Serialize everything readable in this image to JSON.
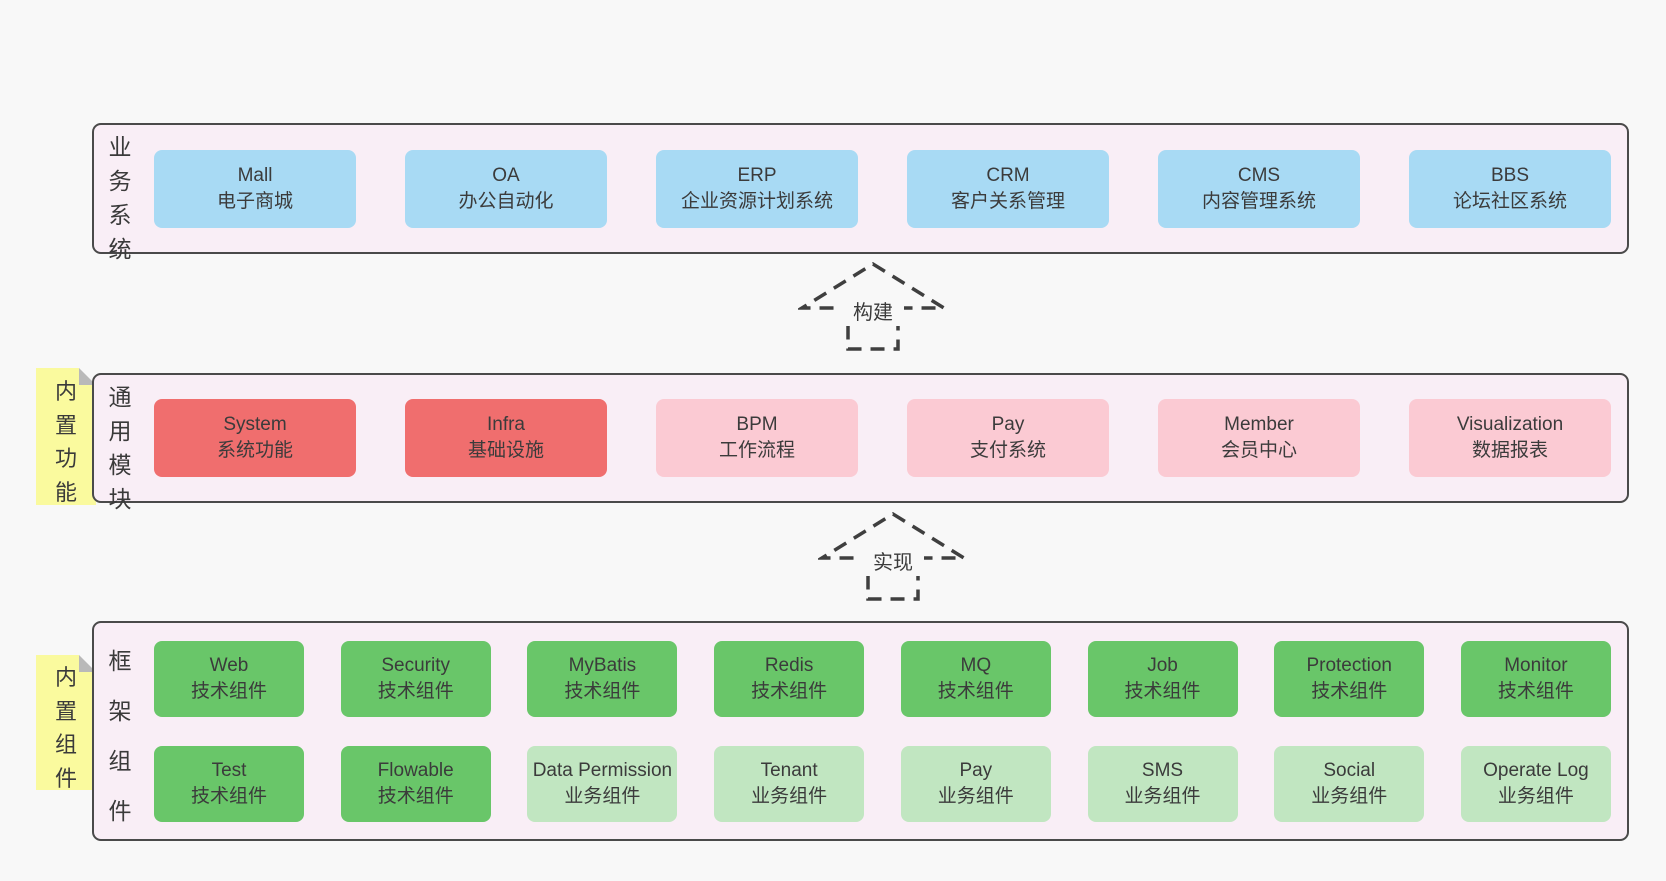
{
  "colors": {
    "page_background": "#f8f8f8",
    "band_background": "#f9eef6",
    "band_border": "#4a4a4a",
    "business_box_blue": "#a8daf4",
    "core_module_red": "#f06e6e",
    "optional_module_pink": "#fbcad3",
    "tech_component_green": "#69c669",
    "biz_component_light_green": "#c1e6c1",
    "sticky_tab_yellow": "#fafa9e",
    "fold_gray": "#b9b9b9",
    "text": "#3b3b3b"
  },
  "bands": [
    {
      "label": "业务系统",
      "boxes": [
        {
          "name": "Mall",
          "subtitle": "电子商城",
          "variant": "blue"
        },
        {
          "name": "OA",
          "subtitle": "办公自动化",
          "variant": "blue"
        },
        {
          "name": "ERP",
          "subtitle": "企业资源计划系统",
          "variant": "blue"
        },
        {
          "name": "CRM",
          "subtitle": "客户关系管理",
          "variant": "blue"
        },
        {
          "name": "CMS",
          "subtitle": "内容管理系统",
          "variant": "blue"
        },
        {
          "name": "BBS",
          "subtitle": "论坛社区系统",
          "variant": "blue"
        }
      ]
    },
    {
      "label": "通用模块",
      "tab": "内置功能",
      "boxes": [
        {
          "name": "System",
          "subtitle": "系统功能",
          "variant": "red"
        },
        {
          "name": "Infra",
          "subtitle": "基础设施",
          "variant": "red"
        },
        {
          "name": "BPM",
          "subtitle": "工作流程",
          "variant": "pink"
        },
        {
          "name": "Pay",
          "subtitle": "支付系统",
          "variant": "pink"
        },
        {
          "name": "Member",
          "subtitle": "会员中心",
          "variant": "pink"
        },
        {
          "name": "Visualization",
          "subtitle": "数据报表",
          "variant": "pink"
        }
      ]
    },
    {
      "label": "框架组件",
      "tab": "内置组件",
      "row1": [
        {
          "name": "Web",
          "subtitle": "技术组件",
          "variant": "green"
        },
        {
          "name": "Security",
          "subtitle": "技术组件",
          "variant": "green"
        },
        {
          "name": "MyBatis",
          "subtitle": "技术组件",
          "variant": "green"
        },
        {
          "name": "Redis",
          "subtitle": "技术组件",
          "variant": "green"
        },
        {
          "name": "MQ",
          "subtitle": "技术组件",
          "variant": "green"
        },
        {
          "name": "Job",
          "subtitle": "技术组件",
          "variant": "green"
        },
        {
          "name": "Protection",
          "subtitle": "技术组件",
          "variant": "green"
        },
        {
          "name": "Monitor",
          "subtitle": "技术组件",
          "variant": "green"
        }
      ],
      "row2": [
        {
          "name": "Test",
          "subtitle": "技术组件",
          "variant": "green"
        },
        {
          "name": "Flowable",
          "subtitle": "技术组件",
          "variant": "green"
        },
        {
          "name": "Data Permission",
          "subtitle": "业务组件",
          "variant": "light-green"
        },
        {
          "name": "Tenant",
          "subtitle": "业务组件",
          "variant": "light-green"
        },
        {
          "name": "Pay",
          "subtitle": "业务组件",
          "variant": "light-green"
        },
        {
          "name": "SMS",
          "subtitle": "业务组件",
          "variant": "light-green"
        },
        {
          "name": "Social",
          "subtitle": "业务组件",
          "variant": "light-green"
        },
        {
          "name": "Operate Log",
          "subtitle": "业务组件",
          "variant": "light-green"
        }
      ]
    }
  ],
  "arrows": [
    {
      "label": "构建"
    },
    {
      "label": "实现"
    }
  ]
}
